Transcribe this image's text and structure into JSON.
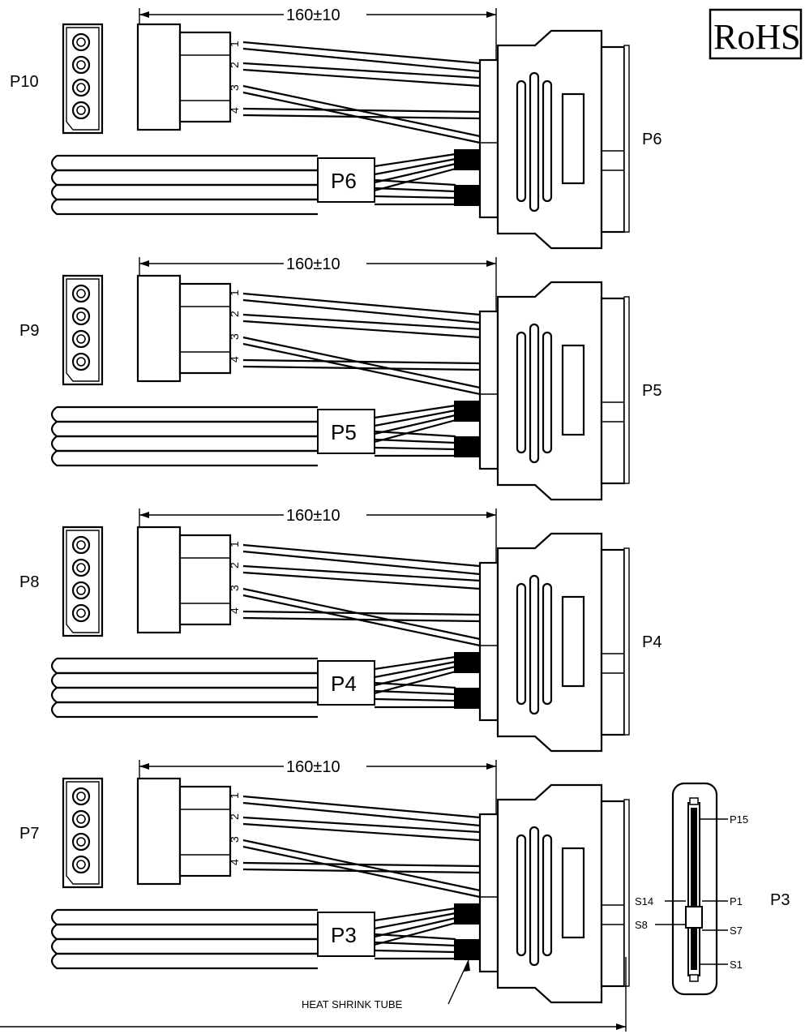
{
  "badge": {
    "text": "RoHS"
  },
  "cables": [
    {
      "dimension": "160±10",
      "molex_label": "P10",
      "boot_label": "P6",
      "sata_label": "P6",
      "pins": [
        "1",
        "2",
        "3",
        "4"
      ]
    },
    {
      "dimension": "160±10",
      "molex_label": "P9",
      "boot_label": "P5",
      "sata_label": "P5",
      "pins": [
        "1",
        "2",
        "3",
        "4"
      ]
    },
    {
      "dimension": "160±10",
      "molex_label": "P8",
      "boot_label": "P4",
      "sata_label": "P4",
      "pins": [
        "1",
        "2",
        "3",
        "4"
      ]
    },
    {
      "dimension": "160±10",
      "molex_label": "P7",
      "boot_label": "P3",
      "sata_label": "P3",
      "pins": [
        "1",
        "2",
        "3",
        "4"
      ]
    }
  ],
  "pinout": {
    "connector_label": "P3",
    "right_pins": [
      "P15",
      "P1",
      "S7",
      "S1"
    ],
    "left_pins": [
      "S14",
      "S8"
    ]
  },
  "heat_shrink_note": "HEAT SHRINK TUBE"
}
